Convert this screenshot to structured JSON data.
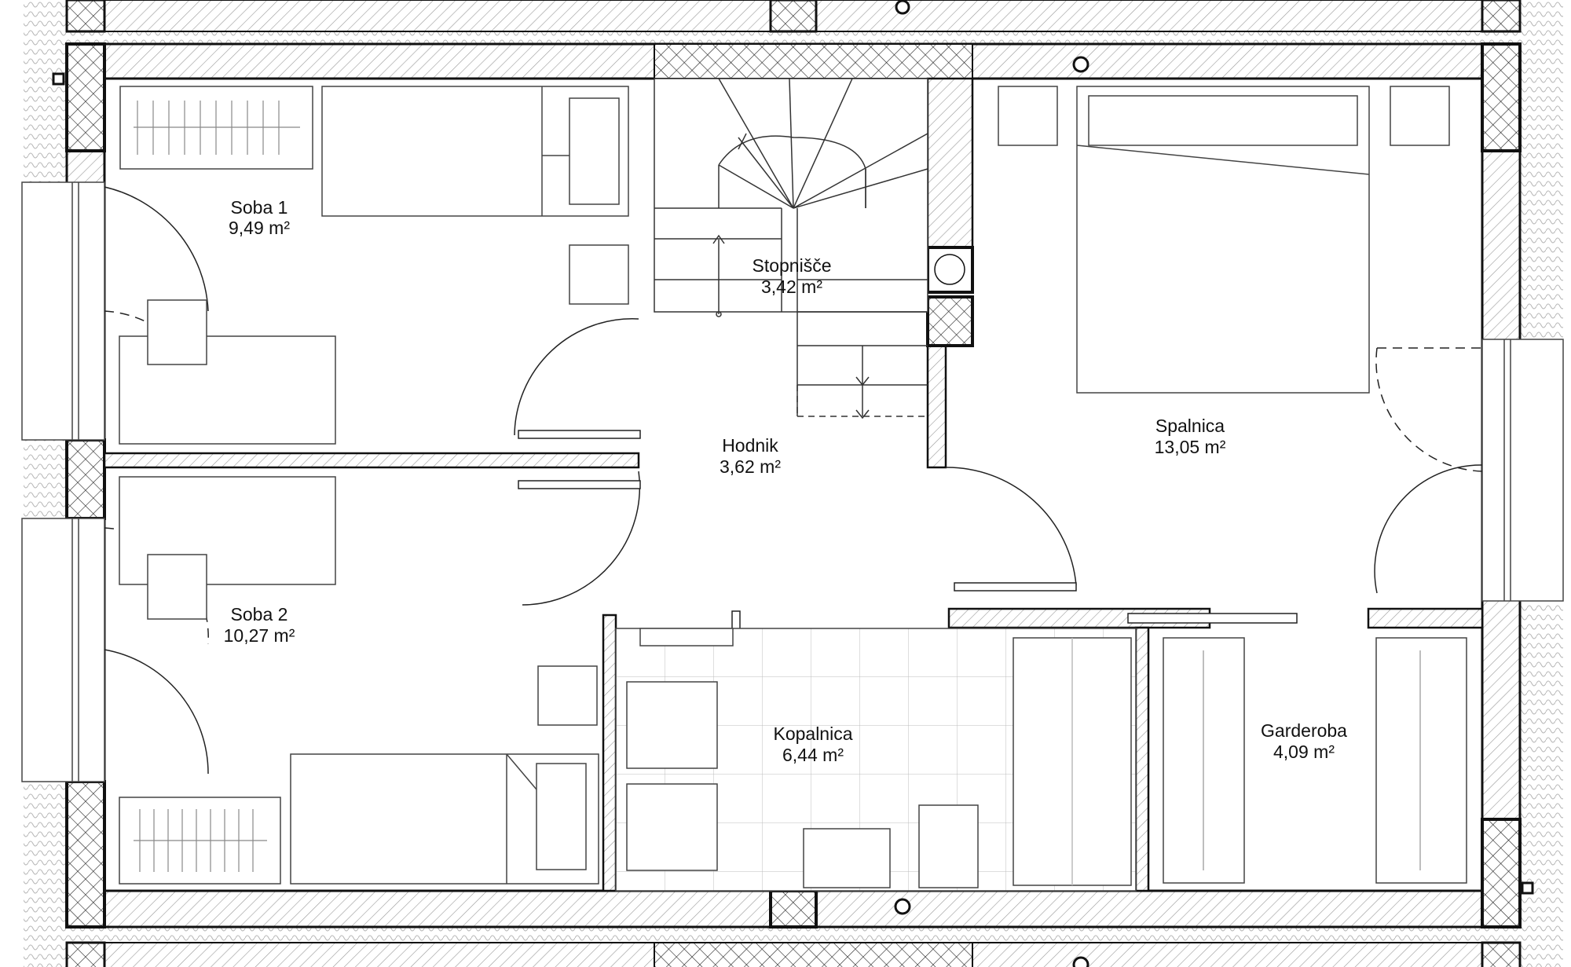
{
  "rooms": {
    "soba1": {
      "name": "Soba 1",
      "area": "9,49 m²"
    },
    "soba2": {
      "name": "Soba 2",
      "area": "10,27 m²"
    },
    "stopnisce": {
      "name": "Stopnišče",
      "area": "3,42 m²"
    },
    "hodnik": {
      "name": "Hodnik",
      "area": "3,62 m²"
    },
    "spalnica": {
      "name": "Spalnica",
      "area": "13,05 m²"
    },
    "kopalnica": {
      "name": "Kopalnica",
      "area": "6,44 m²"
    },
    "garderoba": {
      "name": "Garderoba",
      "area": "4,09 m²"
    }
  },
  "colors": {
    "line": "#111111",
    "thin": "#555555",
    "hatch": "#888888",
    "background": "#ffffff"
  }
}
